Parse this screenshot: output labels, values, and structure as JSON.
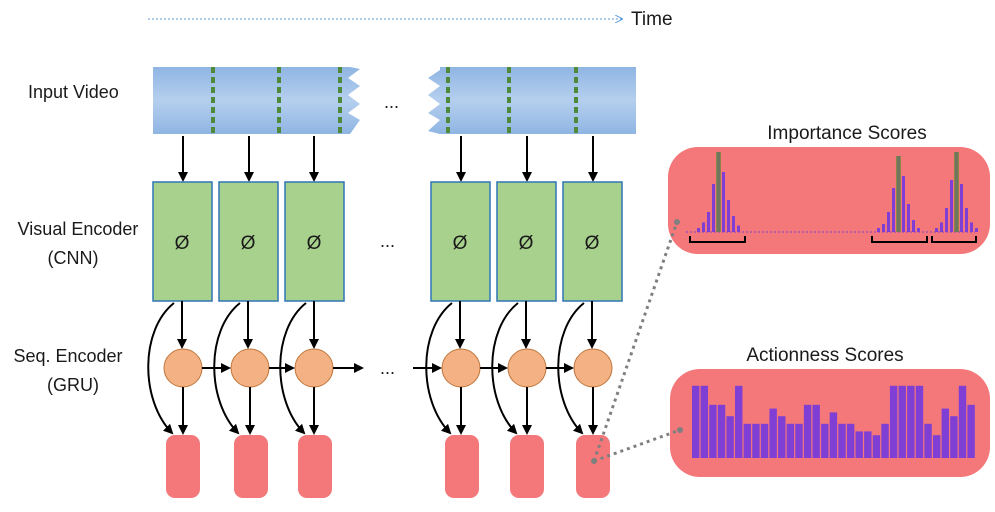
{
  "time_label": "Time",
  "rows": {
    "input_video": "Input Video",
    "visual_encoder_line1": "Visual Encoder",
    "visual_encoder_line2": "(CNN)",
    "seq_encoder_line1": "Seq. Encoder",
    "seq_encoder_line2": "(GRU)"
  },
  "ellipsis": "...",
  "cnn_symbol": "Ø",
  "importance_title": "Importance Scores",
  "actionness_title": "Actionness Scores",
  "colors": {
    "video_strip": "#9dbfe6",
    "frame_divider": "#4e8a3a",
    "cnn_fill": "#a9d18e",
    "cnn_border": "#2e75b6",
    "gru_fill": "#f4b183",
    "output_fill": "#f4777a",
    "panel_fill": "#f4777a",
    "bar_purple": "#7f3fd4",
    "bar_green": "#6a8a3a",
    "arrow": "#000000",
    "dotted_connector": "#7f7f7f",
    "time_arrow": "#5b9bd5"
  },
  "icons": [
    "arrow-icon",
    "dotted-connector-icon"
  ],
  "importance_data": {
    "clusters": [
      {
        "heights": [
          0.05,
          0.12,
          0.25,
          0.6,
          1.0,
          0.75,
          0.4,
          0.2,
          0.08
        ],
        "peak_index": 4
      },
      {
        "heights": [
          0.05,
          0.1,
          0.25,
          0.55,
          0.95,
          0.7,
          0.35,
          0.15,
          0.05
        ],
        "peak_index": 4
      },
      {
        "heights": [
          0.05,
          0.12,
          0.3,
          0.65,
          1.0,
          0.6,
          0.3,
          0.12,
          0.05
        ],
        "peak_index": 4
      }
    ]
  },
  "actionness_data": {
    "values": [
      0.95,
      0.95,
      0.7,
      0.7,
      0.55,
      0.95,
      0.45,
      0.45,
      0.45,
      0.65,
      0.55,
      0.45,
      0.45,
      0.7,
      0.7,
      0.45,
      0.6,
      0.45,
      0.45,
      0.35,
      0.35,
      0.3,
      0.45,
      0.95,
      0.95,
      0.95,
      0.95,
      0.45,
      0.3,
      0.65,
      0.55,
      0.95,
      0.7
    ]
  }
}
